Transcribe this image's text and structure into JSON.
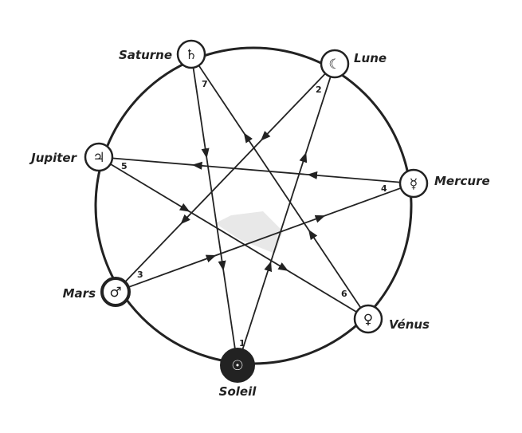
{
  "planets": [
    {
      "id": "saturne",
      "name": "Saturne",
      "symbol": "♄",
      "order": "7"
    },
    {
      "id": "lune",
      "name": "Lune",
      "symbol": "☾",
      "order": "2"
    },
    {
      "id": "jupiter",
      "name": "Jupiter",
      "symbol": "♃",
      "order": "5"
    },
    {
      "id": "mercure",
      "name": "Mercure",
      "symbol": "☿",
      "order": "4"
    },
    {
      "id": "mars",
      "name": "Mars",
      "symbol": "♂",
      "order": "3"
    },
    {
      "id": "venus",
      "name": "Vénus",
      "symbol": "♀",
      "order": "6"
    },
    {
      "id": "soleil",
      "name": "Soleil",
      "symbol": "☉",
      "order": "1"
    }
  ],
  "colors": {
    "ink": "#222222",
    "paper": "#ffffff",
    "shade": "#9a9a9a"
  }
}
